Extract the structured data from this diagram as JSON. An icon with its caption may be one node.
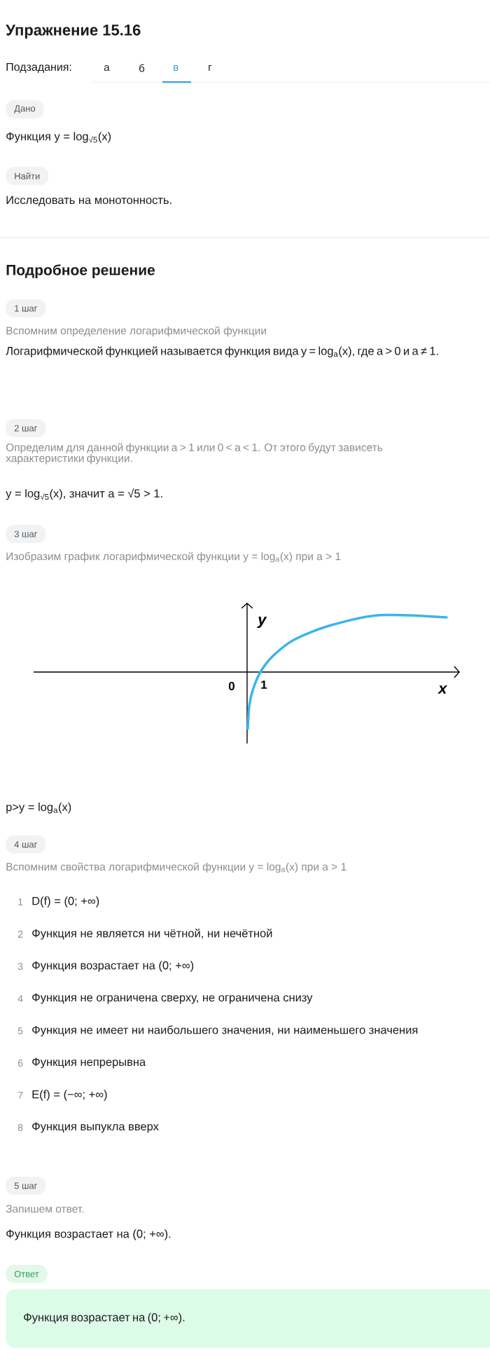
{
  "diagram": {
    "title": "Упражнение 15.16",
    "nodes": [
      {
        "text": [
          "Дано"
        ]
      },
      {
        "text": [
          "Найти"
        ]
      },
      {
        "text": [
          "1 шаг"
        ]
      },
      {
        "text": [
          "2 шаг"
        ]
      },
      {
        "text": [
          "3 шаг"
        ]
      },
      {
        "text": [
          "4 шаг"
        ]
      },
      {
        "text": [
          "5 шаг"
        ]
      },
      {
        "text": [
          "Ответ"
        ]
      },
      {
        "text": [
          "Функция возрастает на (0; +∞)."
        ]
      }
    ],
    "edges": [],
    "labels": [
      "Подзадания:",
      "а",
      "б",
      "в",
      "г",
      "Функция y = log$_{√5}$(x)",
      "Исследовать на монотонность.",
      "Подробное решение",
      "Вспомним определение логарифмической функции",
      "Логарифмической функцией называется функция вида y = log$_{a}$(x), где a > 0 и a ≠ 1.",
      "Определим для данной функции a > 1 или 0 < a < 1. От этого будут зависеть характеристики функции.",
      "y = log$_{√5}$(x), значит a = √5 > 1.",
      "Изобразим график логарифмической функции y = log$_{a}$(x) при a > 1",
      "y",
      "0",
      "1",
      "x",
      "p>y = log$_{a}$(x)",
      "Вспомним свойства логарифмической функции y = log$_{a}$(x) при a > 1",
      "1",
      "D(f) = (0; +∞)",
      "2",
      "Функция не является ни чётной, ни нечётной",
      "3",
      "Функция возрастает на (0; +∞)",
      "4",
      "Функция не ограничена сверху, не ограничена снизу",
      "5",
      "Функция не имеет ни наибольшего значения, ни наименьшего значения",
      "6",
      "Функция непрерывна",
      "7",
      "E(f) = (−∞; +∞)",
      "8",
      "Функция выпукла вверх",
      "Запишем ответ.",
      "Функция возрастает на (0; +∞)."
    ]
  }
}
